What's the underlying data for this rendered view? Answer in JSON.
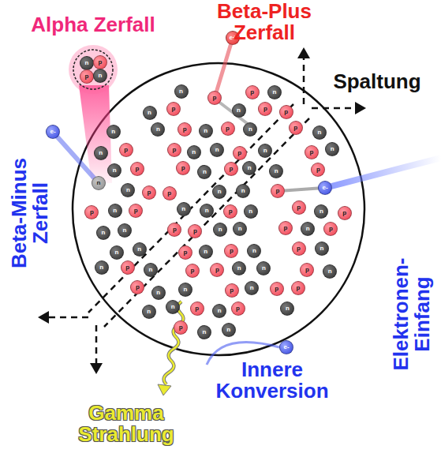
{
  "diagram": {
    "nodes": [
      {
        "text": [
          "n"
        ]
      },
      {
        "text": [
          "p"
        ]
      },
      {
        "text": [
          "p"
        ]
      },
      {
        "text": [
          "n"
        ]
      },
      {
        "text": [
          "e+"
        ]
      },
      {
        "text": [
          "e-"
        ]
      },
      {
        "text": [
          "e-"
        ]
      },
      {
        "text": [
          "e-"
        ]
      },
      {
        "text": [
          "p"
        ]
      },
      {
        "text": [
          "n"
        ]
      },
      {
        "text": [
          "p"
        ]
      },
      {
        "text": [
          "n"
        ]
      },
      {
        "text": [
          "p"
        ]
      },
      {
        "text": [
          "n"
        ]
      },
      {
        "text": [
          "n"
        ]
      },
      {
        "text": [
          "p"
        ]
      },
      {
        "text": [
          "n"
        ]
      },
      {
        "text": [
          "p"
        ]
      },
      {
        "text": [
          "p"
        ]
      },
      {
        "text": [
          "n"
        ]
      },
      {
        "text": [
          "n"
        ]
      },
      {
        "text": [
          "p"
        ]
      },
      {
        "text": [
          "n"
        ]
      },
      {
        "text": [
          "p"
        ]
      },
      {
        "text": [
          "n"
        ]
      },
      {
        "text": [
          "p"
        ]
      },
      {
        "text": [
          "n"
        ]
      },
      {
        "text": [
          "n"
        ]
      },
      {
        "text": [
          "p"
        ]
      },
      {
        "text": [
          "p"
        ]
      },
      {
        "text": [
          "n"
        ]
      },
      {
        "text": [
          "n"
        ]
      },
      {
        "text": [
          "p"
        ]
      },
      {
        "text": [
          "n"
        ]
      },
      {
        "text": [
          "p"
        ]
      },
      {
        "text": [
          "n"
        ]
      },
      {
        "text": [
          "n"
        ]
      },
      {
        "text": [
          "p"
        ]
      },
      {
        "text": [
          "p"
        ]
      },
      {
        "text": [
          "n"
        ]
      },
      {
        "text": [
          "p"
        ]
      },
      {
        "text": [
          "n"
        ]
      },
      {
        "text": [
          "n"
        ]
      },
      {
        "text": [
          "p"
        ]
      },
      {
        "text": [
          "n"
        ]
      },
      {
        "text": [
          "p"
        ]
      },
      {
        "text": [
          "p"
        ]
      },
      {
        "text": [
          "n"
        ]
      },
      {
        "text": [
          "n"
        ]
      },
      {
        "text": [
          "p"
        ]
      },
      {
        "text": [
          "n"
        ]
      },
      {
        "text": [
          "p"
        ]
      },
      {
        "text": [
          "n"
        ]
      },
      {
        "text": [
          "n"
        ]
      },
      {
        "text": [
          "p"
        ]
      },
      {
        "text": [
          "n"
        ]
      },
      {
        "text": [
          "p"
        ]
      },
      {
        "text": [
          "n"
        ]
      },
      {
        "text": [
          "p"
        ]
      },
      {
        "text": [
          "n"
        ]
      },
      {
        "text": [
          "n"
        ]
      },
      {
        "text": [
          "p"
        ]
      },
      {
        "text": [
          "p"
        ]
      },
      {
        "text": [
          "n"
        ]
      },
      {
        "text": [
          "n"
        ]
      },
      {
        "text": [
          "p"
        ]
      },
      {
        "text": [
          "n"
        ]
      },
      {
        "text": [
          "p"
        ]
      },
      {
        "text": [
          "n"
        ]
      },
      {
        "text": [
          "n"
        ]
      },
      {
        "text": [
          "p"
        ]
      },
      {
        "text": [
          "n"
        ]
      },
      {
        "text": [
          "p"
        ]
      },
      {
        "text": [
          "n"
        ]
      },
      {
        "text": [
          "p"
        ]
      },
      {
        "text": [
          "n"
        ]
      },
      {
        "text": [
          "n"
        ]
      },
      {
        "text": [
          "p"
        ]
      },
      {
        "text": [
          "n"
        ]
      },
      {
        "text": [
          "p"
        ]
      },
      {
        "text": [
          "p"
        ]
      },
      {
        "text": [
          "n"
        ]
      },
      {
        "text": [
          "n"
        ]
      },
      {
        "text": [
          "p"
        ]
      },
      {
        "text": [
          "n"
        ]
      },
      {
        "text": [
          "p"
        ]
      },
      {
        "text": [
          "n"
        ]
      },
      {
        "text": [
          "n"
        ]
      },
      {
        "text": [
          "p"
        ]
      },
      {
        "text": [
          "n"
        ]
      },
      {
        "text": [
          "p"
        ]
      },
      {
        "text": [
          "p"
        ]
      },
      {
        "text": [
          "n"
        ]
      },
      {
        "text": [
          "n"
        ]
      },
      {
        "text": [
          "p"
        ]
      },
      {
        "text": [
          "n"
        ]
      },
      {
        "text": [
          "p"
        ]
      },
      {
        "text": [
          "n"
        ]
      },
      {
        "text": [
          "p"
        ]
      },
      {
        "text": [
          "n"
        ]
      },
      {
        "text": [
          "n"
        ]
      }
    ],
    "edges": [
      {
        "from": 4,
        "to": 8,
        "arrow": "none"
      },
      {
        "from": 5,
        "to": 9,
        "arrow": "none"
      },
      {
        "from": 6,
        "to": 10,
        "arrow": "none"
      }
    ],
    "labels": [
      "Alpha Zerfall",
      "Beta-Plus Zerfall",
      "Spaltung",
      "Beta-Minus Zerfall",
      "Elektronen-Einfang",
      "Innere Konversion",
      "Gamma Strahlung"
    ]
  }
}
